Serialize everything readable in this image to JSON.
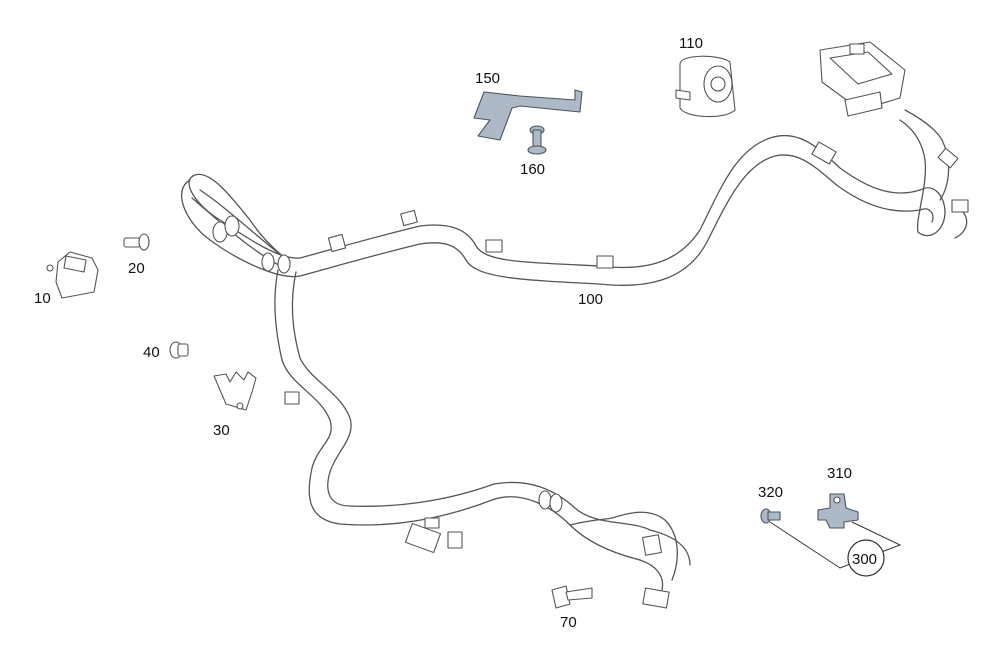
{
  "diagram": {
    "callouts": [
      {
        "id": "10",
        "text": "10"
      },
      {
        "id": "20",
        "text": "20"
      },
      {
        "id": "30",
        "text": "30"
      },
      {
        "id": "40",
        "text": "40"
      },
      {
        "id": "70",
        "text": "70"
      },
      {
        "id": "100",
        "text": "100"
      },
      {
        "id": "110",
        "text": "110"
      },
      {
        "id": "150",
        "text": "150"
      },
      {
        "id": "160",
        "text": "160"
      },
      {
        "id": "300",
        "text": "300"
      },
      {
        "id": "310",
        "text": "310"
      },
      {
        "id": "320",
        "text": "320"
      }
    ],
    "colors": {
      "highlight_part": "#aeb9c7",
      "line": "#555555"
    }
  }
}
